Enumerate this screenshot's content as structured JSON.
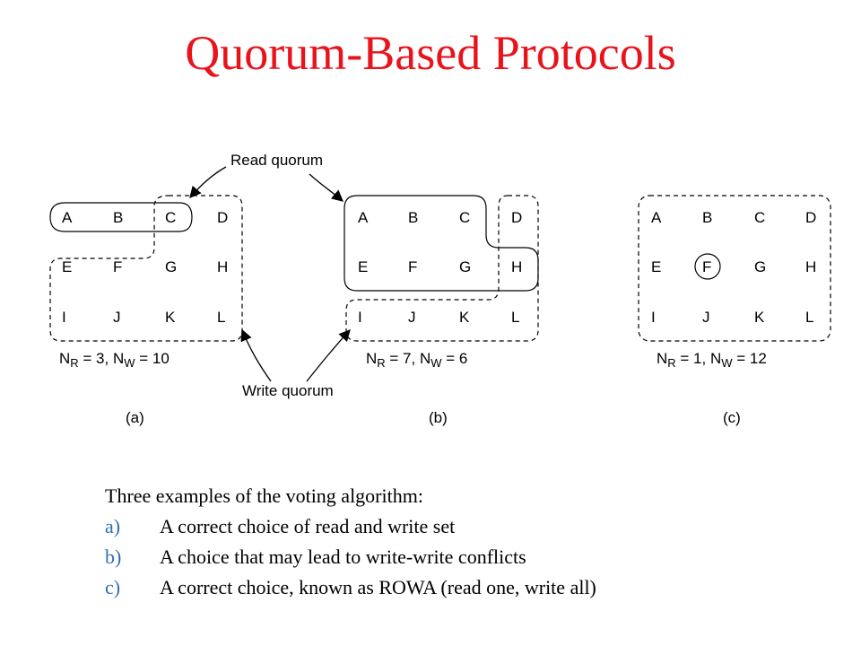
{
  "title": "Quorum-Based Protocols",
  "diagram": {
    "read_quorum_label": "Read quorum",
    "write_quorum_label": "Write quorum",
    "nodes": [
      "A",
      "B",
      "C",
      "D",
      "E",
      "F",
      "G",
      "H",
      "I",
      "J",
      "K",
      "L"
    ],
    "panels": [
      {
        "label": "(a)",
        "nr": "3",
        "nw": "10"
      },
      {
        "label": "(b)",
        "nr": "7",
        "nw": "6"
      },
      {
        "label": "(c)",
        "nr": "1",
        "nw": "12"
      }
    ]
  },
  "caption": {
    "intro": "Three examples of the voting algorithm:",
    "items": [
      {
        "marker": "a)",
        "text": "A correct choice of read and write set"
      },
      {
        "marker": "b)",
        "text": "A choice that may lead to write-write conflicts"
      },
      {
        "marker": "c)",
        "text": "A correct choice, known as ROWA (read one, write all)"
      }
    ]
  }
}
